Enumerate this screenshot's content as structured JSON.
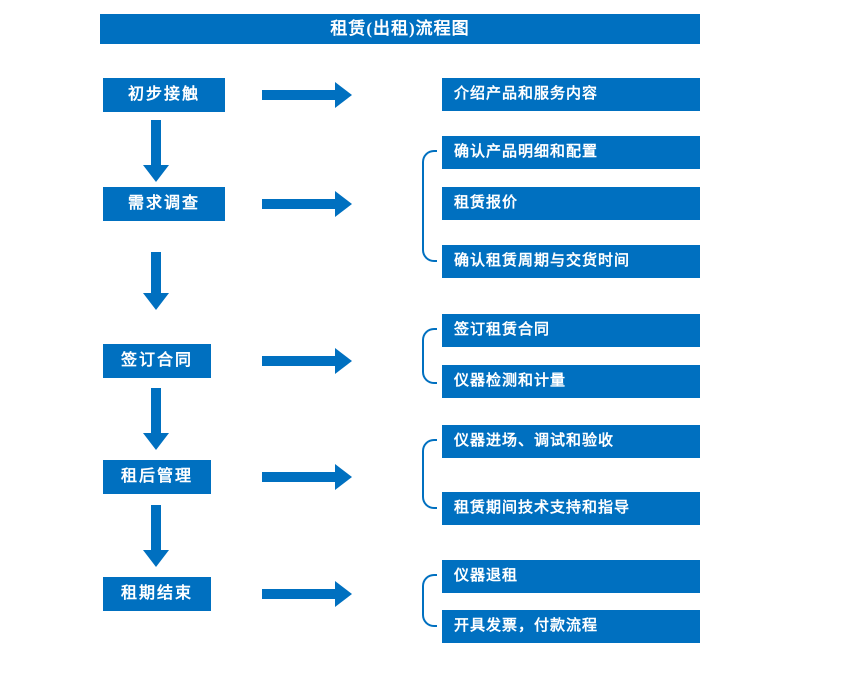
{
  "title": "租赁(出租)流程图",
  "colors": {
    "primary": "#0070C0",
    "background": "#FFFFFF",
    "text_on_primary": "#FFFFFF"
  },
  "stages": [
    {
      "label": "初步接触",
      "details": [
        "介绍产品和服务内容"
      ]
    },
    {
      "label": "需求调查",
      "details": [
        "确认产品明细和配置",
        "租赁报价",
        "确认租赁周期与交货时间"
      ]
    },
    {
      "label": "签订合同",
      "details": [
        "签订租赁合同",
        "仪器检测和计量"
      ]
    },
    {
      "label": "租后管理",
      "details": [
        "仪器进场、调试和验收",
        "租赁期间技术支持和指导"
      ]
    },
    {
      "label": "租期结束",
      "details": [
        "仪器退租",
        "开具发票，付款流程"
      ]
    }
  ]
}
